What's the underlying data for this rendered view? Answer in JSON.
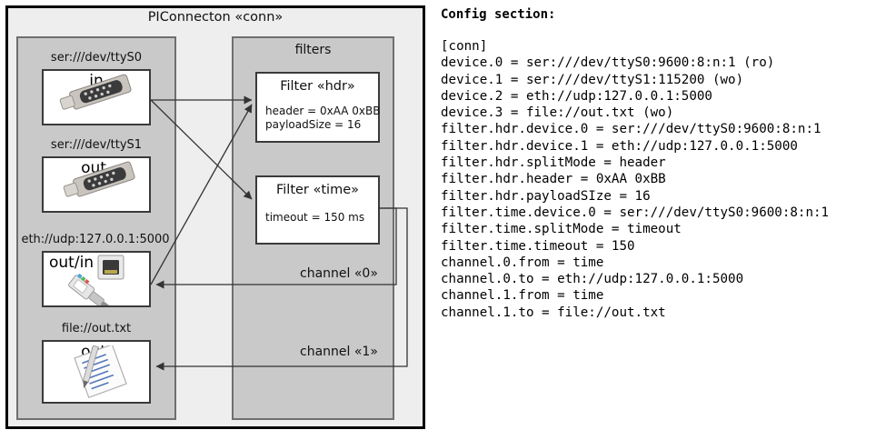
{
  "diagram": {
    "title": "PIConnecton «conn»",
    "devices_panel": {
      "name": "devices",
      "devices": [
        {
          "label": "ser:///dev/ttyS0",
          "io": "in",
          "icon": "serial-port-icon"
        },
        {
          "label": "ser:///dev/ttyS1",
          "io": "out",
          "icon": "serial-port-icon"
        },
        {
          "label": "eth://udp:127.0.0.1:5000",
          "io": "out/in",
          "icon": "network-plug-icon"
        },
        {
          "label": "file://out.txt",
          "io": "out",
          "icon": "text-file-icon"
        }
      ]
    },
    "filters_panel": {
      "title": "filters",
      "filters": [
        {
          "title": "Filter «hdr»",
          "attrs": [
            "header = 0xAA 0xBB",
            "payloadSize = 16"
          ]
        },
        {
          "title": "Filter «time»",
          "attrs": [
            "timeout = 150 ms"
          ]
        }
      ],
      "channels": [
        {
          "label": "channel «0»"
        },
        {
          "label": "channel «1»"
        }
      ]
    },
    "colors": {
      "frame_border": "#000000",
      "frame_fill": "#eeeeee",
      "panel_fill": "#c9c9c9",
      "panel_border": "#6f6f6f",
      "box_fill": "#ffffff",
      "box_border": "#3a3a3a",
      "arrow": "#333333"
    }
  },
  "config": {
    "heading": "Config section:",
    "lines": [
      "[conn]",
      "device.0 = ser:///dev/ttyS0:9600:8:n:1 (ro)",
      "device.1 = ser:///dev/ttyS1:115200 (wo)",
      "device.2 = eth://udp:127.0.0.1:5000",
      "device.3 = file://out.txt (wo)",
      "filter.hdr.device.0 = ser:///dev/ttyS0:9600:8:n:1",
      "filter.hdr.device.1 = eth://udp:127.0.0.1:5000",
      "filter.hdr.splitMode = header",
      "filter.hdr.header = 0xAA 0xBB",
      "filter.hdr.payloadSIze = 16",
      "filter.time.device.0 = ser:///dev/ttyS0:9600:8:n:1",
      "filter.time.splitMode = timeout",
      "filter.time.timeout = 150",
      "channel.0.from = time",
      "channel.0.to = eth://udp:127.0.0.1:5000",
      "channel.1.from = time",
      "channel.1.to = file://out.txt"
    ]
  }
}
